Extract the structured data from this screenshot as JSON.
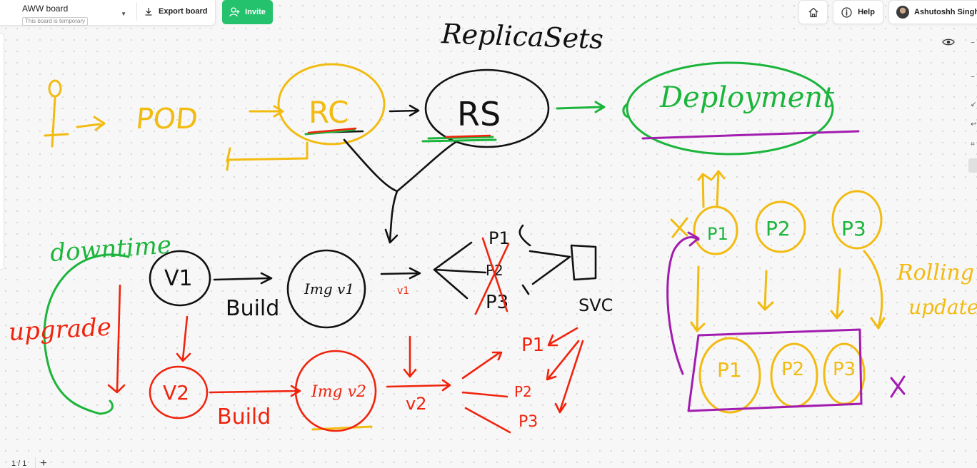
{
  "board": {
    "name": "AWW board",
    "badge": "This board is temporary",
    "export_label": "Export board",
    "invite_label": "Invite"
  },
  "header_right": {
    "help_label": "Help",
    "user_name": "Ashutoshh Singh"
  },
  "pager": {
    "current": "1",
    "total": "1",
    "text": "1 / 1"
  },
  "colors": {
    "accent_green": "#25c26e",
    "ink_black": "#111111",
    "ink_yellow": "#f2bb11",
    "ink_green": "#1cb53c",
    "ink_red": "#f0230d",
    "ink_purple": "#a21caf"
  },
  "icons": [
    "download-icon",
    "add-user-icon",
    "home-icon",
    "help-icon",
    "eye-icon",
    "chevron-down-icon"
  ],
  "drawing_labels": {
    "title": "ReplicaSets",
    "pod": "POD",
    "rc": "RC",
    "rs": "RS",
    "deployment": "Deployment",
    "downtime": "downtime",
    "upgrade": "upgrade",
    "v1": "V1",
    "v2": "V2",
    "build1": "Build",
    "build2": "Build",
    "img_v1": "Img v1",
    "img_v2": "Img v2",
    "v1_small": "v1",
    "v2_small": "v2",
    "p1": "P1",
    "p2": "P2",
    "p3": "P3",
    "svc": "SVC",
    "rolling": "Rolling",
    "updates": "updates",
    "rp1": "P1",
    "rp2": "P2",
    "rp3": "P3",
    "box_p1": "P1",
    "box_p2": "P2",
    "box_p3": "P3",
    "red_p1": "P1",
    "red_p2": "P2",
    "red_p3": "P3"
  }
}
